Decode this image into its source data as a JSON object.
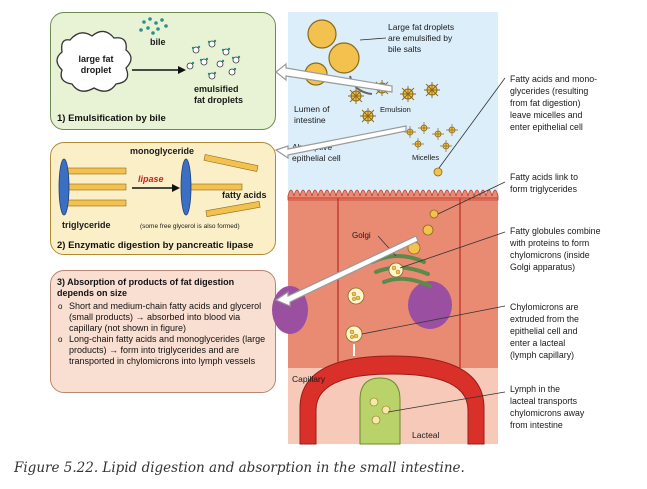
{
  "box1": {
    "bile": "bile",
    "large_fat_droplet": [
      "large fat",
      "droplet"
    ],
    "emulsified": [
      "emulsified",
      "fat droplets"
    ],
    "title": "1) Emulsification by bile"
  },
  "box2": {
    "monoglyceride": "monoglyceride",
    "lipase": "lipase",
    "fatty_acids": "fatty acids",
    "triglyceride": "triglyceride",
    "glycerol_note": "(some free glycerol is also formed)",
    "title": "2) Enzymatic digestion by pancreatic lipase"
  },
  "box3": {
    "title": "3) Absorption of products of fat digestion depends on size",
    "bullet1": "Short and medium-chain fatty acids and glycerol (small products) → absorbed into blood via capillary (not shown in figure)",
    "bullet2": "Long-chain fatty acids and monoglycerides (large products) → form into triglycerides and are transported in chylomicrons into lymph vessels"
  },
  "diagram": {
    "top_label": [
      "Large fat droplets",
      "are emulsified by",
      "bile salts"
    ],
    "lumen": [
      "Lumen of",
      "intestine"
    ],
    "emulsion": "Emulsion",
    "micelles": "Micelles",
    "absorptive": [
      "Absorptive",
      "epithelial cell"
    ],
    "golgi": "Golgi",
    "capillary": "Capillary",
    "lacteal": "Lacteal"
  },
  "right_notes": [
    [
      "Fatty acids and mono-",
      "glycerides (resulting",
      "from fat digestion)",
      "leave micelles and",
      "enter epithelial cell"
    ],
    [
      "Fatty acids link to",
      "form triglycerides"
    ],
    [
      "Fatty globules combine",
      "with proteins to form",
      "chylomicrons (inside",
      "Golgi apparatus)"
    ],
    [
      "Chylomicrons are",
      "extruded from the",
      "epithelial cell and",
      "enter a lacteal",
      "(lymph capillary)"
    ],
    [
      "Lymph in the",
      "lacteal transports",
      "chylomicrons away",
      "from intestine"
    ]
  ],
  "caption": "Figure 5.22. Lipid digestion and absorption in the small intestine.",
  "colors": {
    "lumen_bg": "#dceefa",
    "cell": "#e98a73",
    "cell_border": "#c0392b",
    "nucleus": "#9b4fa0",
    "fat": "#f2c14e",
    "lacteal": "#b9d36a",
    "golgi": "#5b8a4a"
  }
}
